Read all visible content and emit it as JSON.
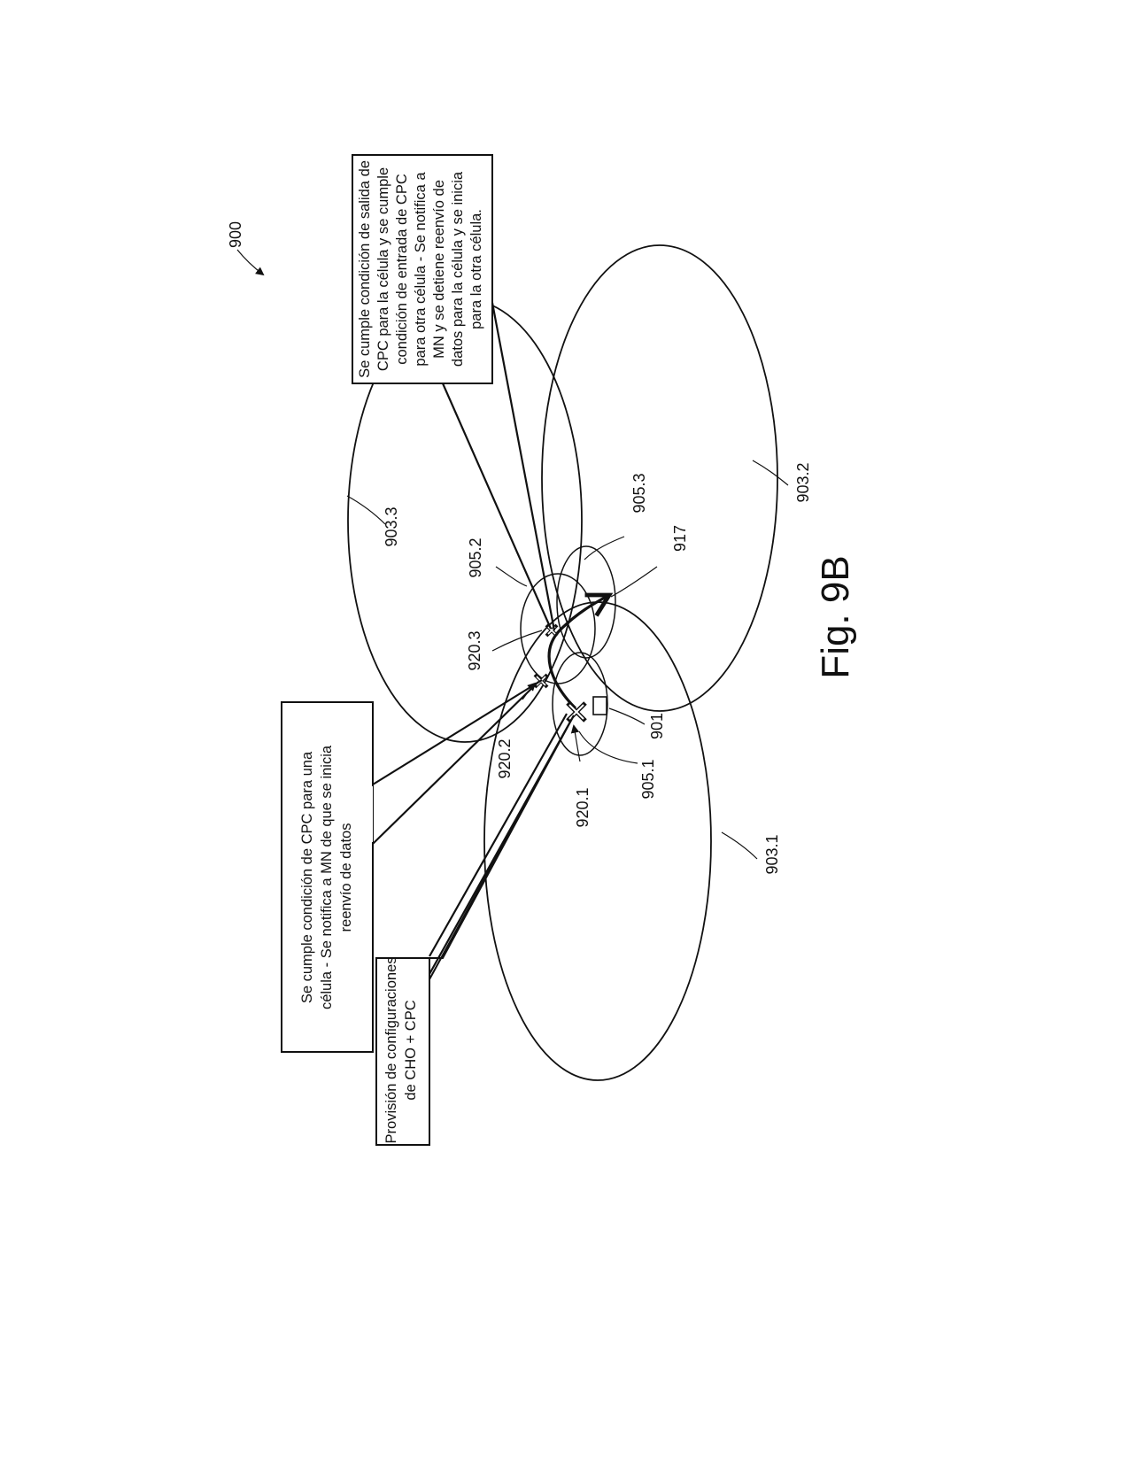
{
  "figure": {
    "ref_number": "900",
    "caption": "Fig. 9B"
  },
  "cells": {
    "cell_903_1": "903.1",
    "cell_903_2": "903.2",
    "cell_903_3": "903.3",
    "cell_905_1": "905.1",
    "cell_905_2": "905.2",
    "cell_905_3": "905.3"
  },
  "markers": {
    "ue": "901",
    "path": "917",
    "event_920_1": "920.1",
    "event_920_2": "920.2",
    "event_920_3": "920.3"
  },
  "callouts": {
    "provision": {
      "lines": [
        "Provisión de configuraciones",
        "de CHO + CPC"
      ]
    },
    "cpc_met": {
      "lines": [
        "Se cumple condición de CPC para una",
        "célula - Se notifica a MN de que se inicia",
        "reenvío de datos"
      ]
    },
    "cpc_exit": {
      "lines": [
        "Se cumple condición de salida de",
        "CPC para la célula y se cumple",
        "condición de entrada de CPC",
        "para otra célula - Se notifica a",
        "MN y se detiene reenvío de",
        "datos para la célula y se inicia",
        "para la otra célula."
      ]
    }
  }
}
